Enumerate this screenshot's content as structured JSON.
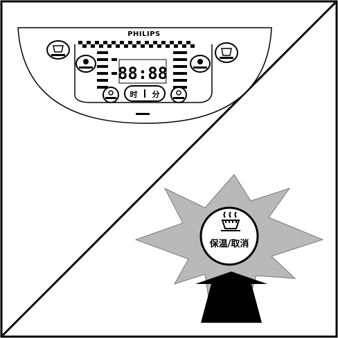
{
  "panel": {
    "brand": "PHILIPS",
    "lcd_digits": "88:88",
    "timer_labels": [
      "时",
      "分"
    ]
  },
  "callout": {
    "button_label": "保温/取消",
    "icon": "pot-steam-icon",
    "burst_color": "#b9b9b9",
    "arrow_color": "#000000"
  }
}
